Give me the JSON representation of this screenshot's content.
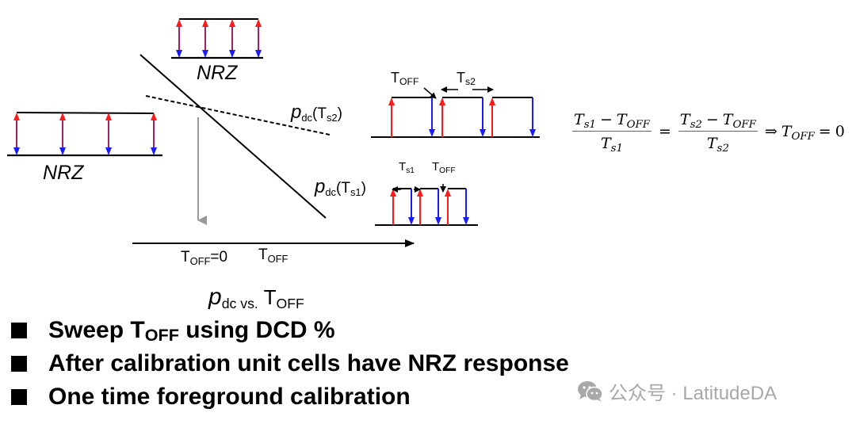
{
  "nrz_top": {
    "label": "NRZ"
  },
  "nrz_left": {
    "label": "NRZ"
  },
  "curves": {
    "ts2": {
      "p": "p",
      "sub": "dc",
      "arg_open": "(T",
      "arg_sub": "s2",
      "arg_close": ")",
      "style": "dashed"
    },
    "ts1": {
      "p": "p",
      "sub": "dc",
      "arg_open": "(T",
      "arg_sub": "s1",
      "arg_close": ")",
      "style": "solid"
    }
  },
  "x_axis": {
    "tick_zero": {
      "t": "T",
      "sub": "OFF",
      "suffix": "=0"
    },
    "label": {
      "t": "T",
      "sub": "OFF"
    }
  },
  "plot_title": {
    "p": "p",
    "sub": "dc vs.",
    "t": "T",
    "t_sub": "OFF"
  },
  "waveform_ts2": {
    "toff_label": {
      "t": "T",
      "sub": "OFF"
    },
    "period_label": {
      "t": "T",
      "sub": "s2"
    },
    "pulses": 3
  },
  "waveform_ts1": {
    "period_label": {
      "t": "T",
      "sub": "s1"
    },
    "toff_label": {
      "t": "T",
      "sub": "OFF"
    },
    "pulses": 3
  },
  "equation": {
    "lhs_num": {
      "a": "T",
      "a_sub": "s1",
      "minus": "−",
      "b": "T",
      "b_sub": "OFF"
    },
    "lhs_den": {
      "a": "T",
      "a_sub": "s1"
    },
    "equals": "=",
    "rhs_num": {
      "a": "T",
      "a_sub": "s2",
      "minus": "−",
      "b": "T",
      "b_sub": "OFF"
    },
    "rhs_den": {
      "a": "T",
      "a_sub": "s2"
    },
    "implies": "⇒",
    "result": {
      "a": "T",
      "a_sub": "OFF",
      "eq": "=",
      "val": "0"
    }
  },
  "bullets": [
    {
      "pre": "Sweep T",
      "sub": "OFF",
      "post": " using DCD %"
    },
    {
      "pre": "After calibration unit cells have NRZ response",
      "sub": "",
      "post": ""
    },
    {
      "pre": "One time foreground calibration",
      "sub": "",
      "post": ""
    }
  ],
  "watermark": {
    "icon": "wechat-icon",
    "text": "公众号 · LatitudeDA"
  },
  "colors": {
    "rise": "#ff1a1a",
    "fall": "#1a1aff",
    "nrz_arrow": "#a0206a",
    "guide": "#999999",
    "watermark": "#a8a8a8"
  }
}
